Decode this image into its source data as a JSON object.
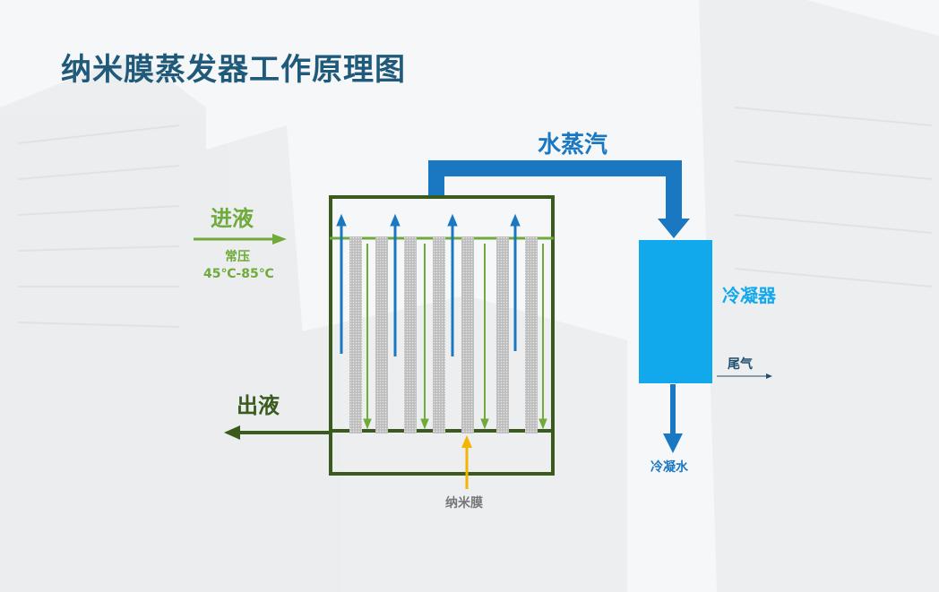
{
  "title": "纳米膜蒸发器工作原理图",
  "labels": {
    "vapor": "水蒸汽",
    "inlet": "进液",
    "pressure": "常压",
    "temperature": "45℃-85℃",
    "outlet": "出液",
    "condenser": "冷凝器",
    "tail_gas": "尾气",
    "condensate": "冷凝水",
    "membrane": "纳米膜"
  },
  "colors": {
    "title": "#1f5a7a",
    "vessel": "#3a5a1e",
    "green": "#6faa3a",
    "blue": "#1a78c2",
    "condenser": "#12a8ec",
    "membrane": "#c8c8c8",
    "pointer": "#f4b400",
    "outlet_arrow": "#3a5a1e",
    "tail_gas_label": "#1f4f6e",
    "membrane_label": "#777777"
  }
}
